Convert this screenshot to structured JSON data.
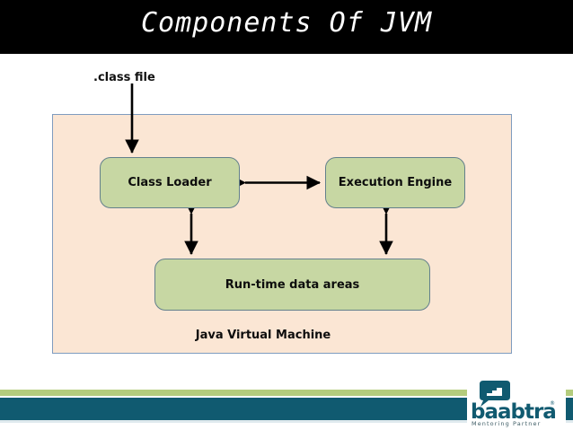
{
  "slide": {
    "title": "Components Of JVM",
    "background_color": "#ffffff",
    "header_color": "#000000",
    "title_color": "#ffffff"
  },
  "diagram": {
    "type": "block-diagram",
    "input_label": ".class file",
    "container": {
      "caption": "Java Virtual Machine",
      "fill_color": "#fbe6d4",
      "border_color": "#7f9cbf"
    },
    "box_fill_color": "#c7d7a3",
    "box_border_color": "#63808c",
    "boxes": [
      {
        "id": "class-loader",
        "label": "Class Loader"
      },
      {
        "id": "execution-engine",
        "label": "Execution Engine"
      },
      {
        "id": "runtime-data-areas",
        "label": "Run-time data areas"
      }
    ],
    "connections": [
      {
        "from": ".class file",
        "to": "Class Loader",
        "style": "single-arrow-down"
      },
      {
        "from": "Class Loader",
        "to": "Execution Engine",
        "style": "double-arrow-horizontal"
      },
      {
        "from": "Class Loader",
        "to": "Run-time data areas",
        "style": "double-arrow-vertical"
      },
      {
        "from": "Execution Engine",
        "to": "Run-time data areas",
        "style": "double-arrow-vertical"
      }
    ]
  },
  "footer": {
    "green_band_color": "#b4cc7d",
    "teal_band_color": "#105a70",
    "logo": {
      "name": "baabtra",
      "tagline": "Mentoring Partner",
      "trademark": "®",
      "color": "#105a70"
    }
  }
}
